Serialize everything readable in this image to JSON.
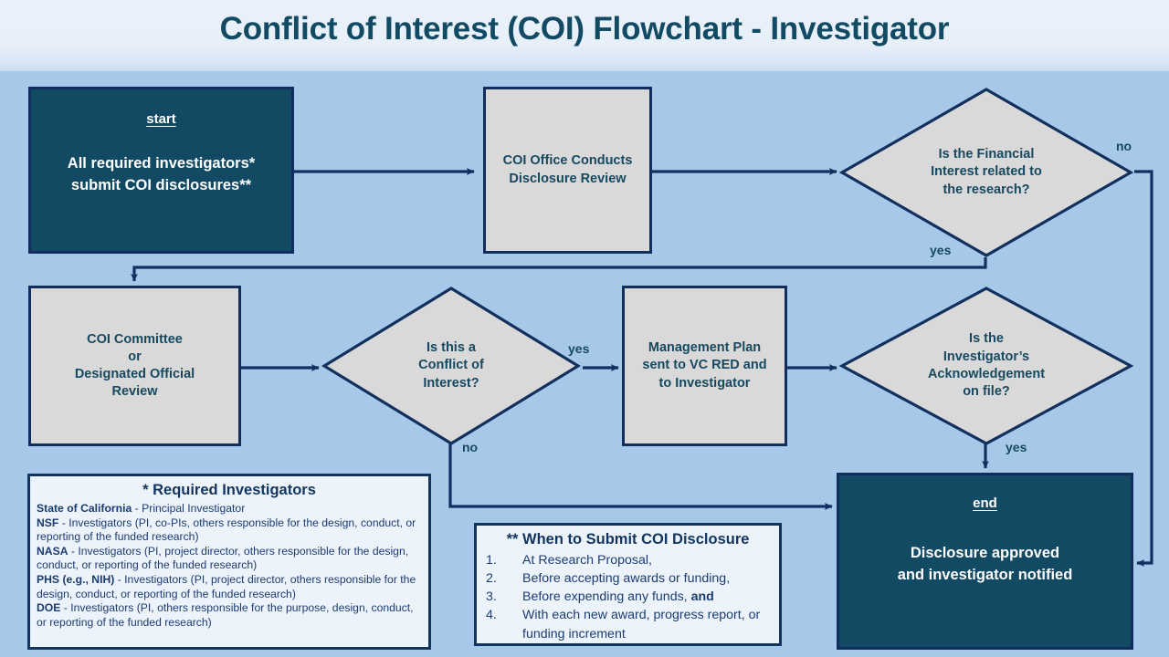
{
  "header": {
    "title": "Conflict of Interest (COI) Flowchart - Investigator",
    "band_color": "#E8EFF8",
    "title_color": "#134A63"
  },
  "theme": {
    "canvas_bg": "#A7C9E9",
    "process_fill": "#D9D9D9",
    "terminal_fill": "#134A63",
    "border": "#112D5E",
    "text_dark": "#16495F",
    "panel_fill": "#EDF3FB",
    "panel_text": "#1B3C73"
  },
  "nodes": {
    "start": {
      "kicker": "start",
      "body_line1": "All required investigators*",
      "body_line2": "submit COI disclosures**"
    },
    "coi_office": {
      "line1": "COI Office Conducts",
      "line2": "Disclosure Review"
    },
    "decision_financial": {
      "line1": "Is the Financial",
      "line2": "Interest related to",
      "line3": "the research?"
    },
    "coi_committee": {
      "line1": "COI Committee",
      "line2": "or",
      "line3": "Designated Official",
      "line4": "Review"
    },
    "decision_conflict": {
      "line1": "Is this a",
      "line2": "Conflict of",
      "line3": "Interest?"
    },
    "management_plan": {
      "line1": "Management Plan",
      "line2": "sent to VC RED and",
      "line3": "to Investigator"
    },
    "decision_ack": {
      "line1": "Is the",
      "line2": "Investigator’s",
      "line3": "Acknowledgement",
      "line4": "on file?"
    },
    "end": {
      "kicker": "end",
      "body_line1": "Disclosure approved",
      "body_line2": "and investigator notified"
    }
  },
  "edge_labels": {
    "financial_no": "no",
    "financial_yes": "yes",
    "conflict_yes": "yes",
    "conflict_no": "no",
    "ack_yes": "yes"
  },
  "panels": {
    "required_investigators": {
      "title": "* Required Investigators",
      "entries": [
        {
          "agency": "State of California",
          "text": " - Principal Investigator"
        },
        {
          "agency": "NSF",
          "text": " - Investigators (PI, co-PIs, others responsible for the design, conduct, or reporting of the funded research)"
        },
        {
          "agency": "NASA",
          "text": " - Investigators (PI, project director, others responsible for the design, conduct, or reporting of the funded research)"
        },
        {
          "agency": "PHS (e.g., NIH)",
          "text": " - Investigators (PI, project director, others responsible for the design, conduct, or reporting of the funded research)"
        },
        {
          "agency": "DOE",
          "text": " - Investigators (PI, others responsible for the purpose, design, conduct, or reporting of the funded research)"
        }
      ]
    },
    "when_to_submit": {
      "title": "** When to Submit COI Disclosure",
      "items": [
        {
          "num": "1.",
          "text": "At Research Proposal,",
          "bold_tail": ""
        },
        {
          "num": "2.",
          "text": "Before accepting awards or funding,",
          "bold_tail": ""
        },
        {
          "num": "3.",
          "text": "Before expending any funds, ",
          "bold_tail": "and"
        },
        {
          "num": "4.",
          "text": "With each new award, progress report, or funding increment",
          "bold_tail": ""
        }
      ]
    }
  }
}
